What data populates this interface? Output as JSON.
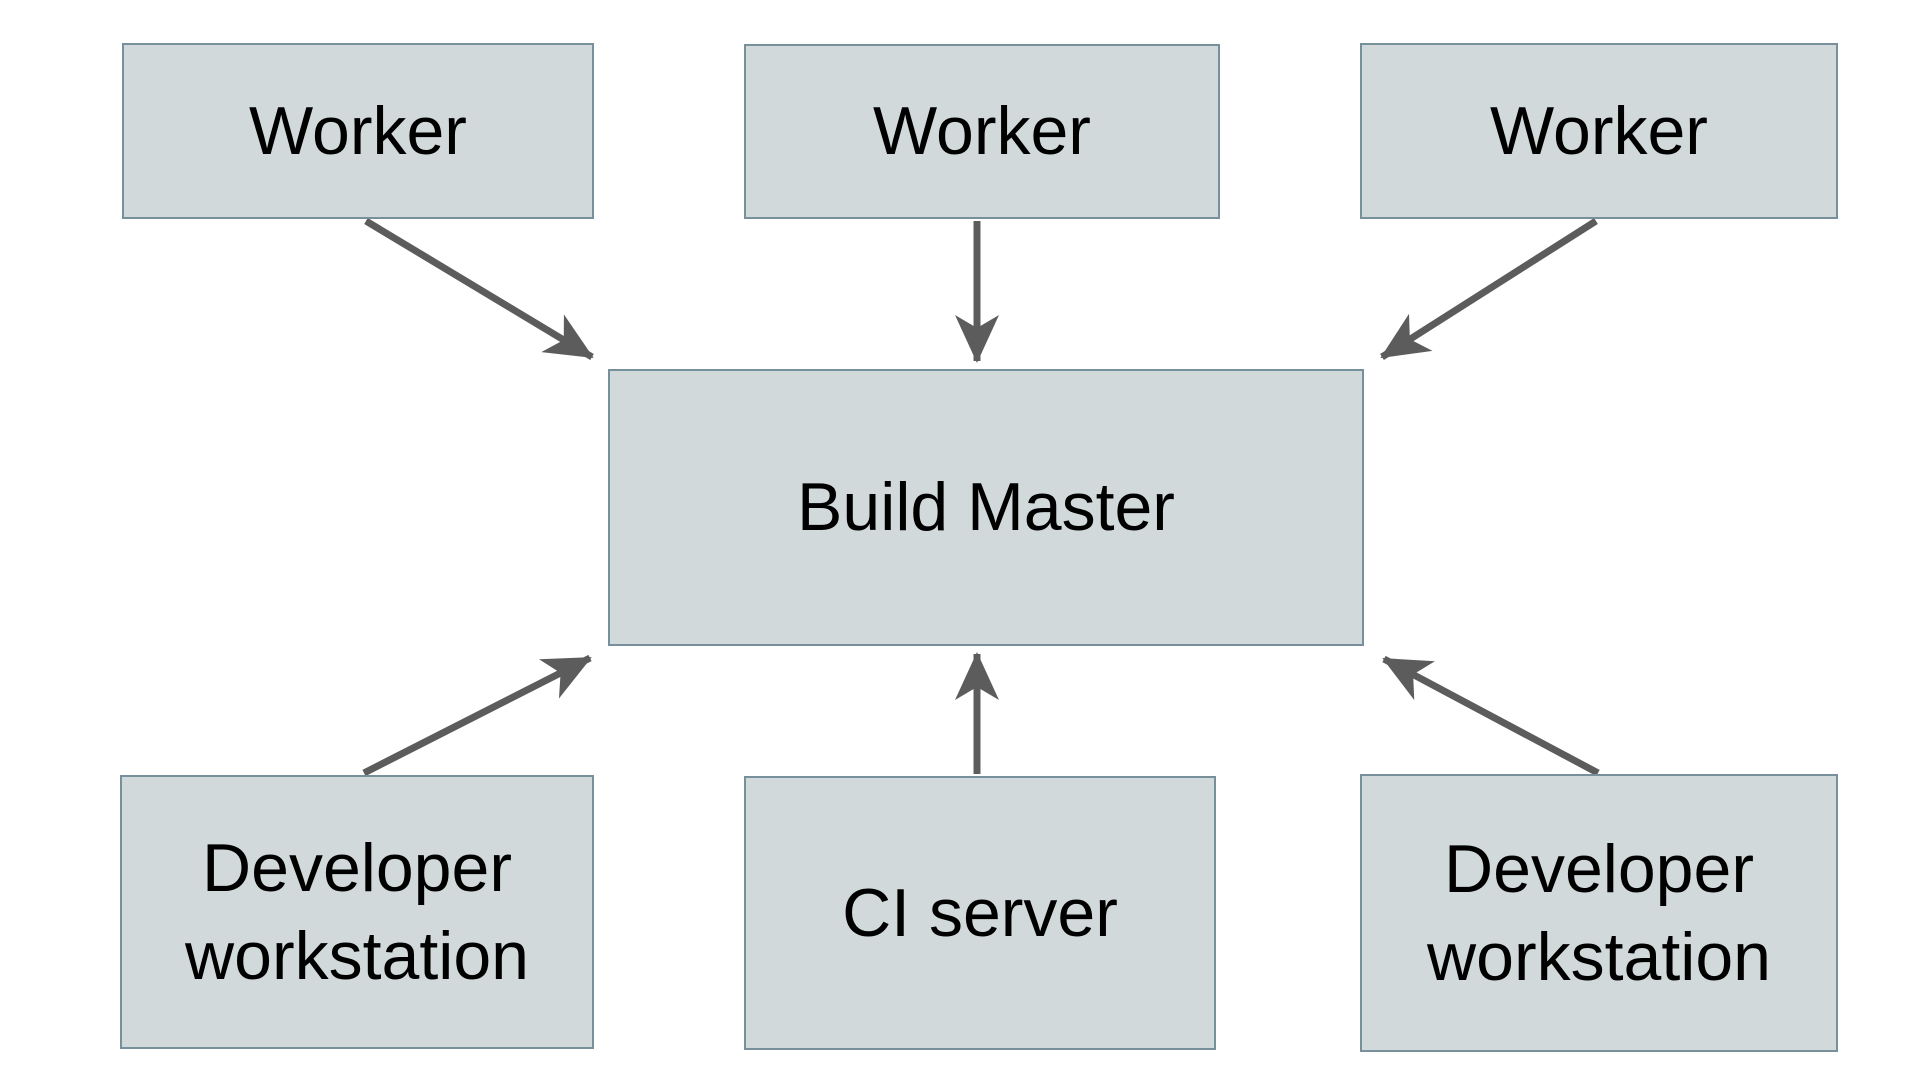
{
  "diagram": {
    "nodes": [
      {
        "id": "worker-1",
        "label": "Worker"
      },
      {
        "id": "worker-2",
        "label": "Worker"
      },
      {
        "id": "worker-3",
        "label": "Worker"
      },
      {
        "id": "build-master",
        "label": "Build Master"
      },
      {
        "id": "developer-workstation-left",
        "label": "Developer workstation"
      },
      {
        "id": "ci-server",
        "label": "CI server"
      },
      {
        "id": "developer-workstation-right",
        "label": "Developer workstation"
      }
    ],
    "edges": [
      {
        "from": "worker-1",
        "to": "build-master"
      },
      {
        "from": "worker-2",
        "to": "build-master"
      },
      {
        "from": "worker-3",
        "to": "build-master"
      },
      {
        "from": "developer-workstation-left",
        "to": "build-master"
      },
      {
        "from": "ci-server",
        "to": "build-master"
      },
      {
        "from": "developer-workstation-right",
        "to": "build-master"
      }
    ],
    "colors": {
      "background": "#ffffff",
      "node_fill": "#d1d9da",
      "node_border": "#77909b",
      "arrow": "#5c5c5c",
      "label_text": "#000000"
    }
  }
}
